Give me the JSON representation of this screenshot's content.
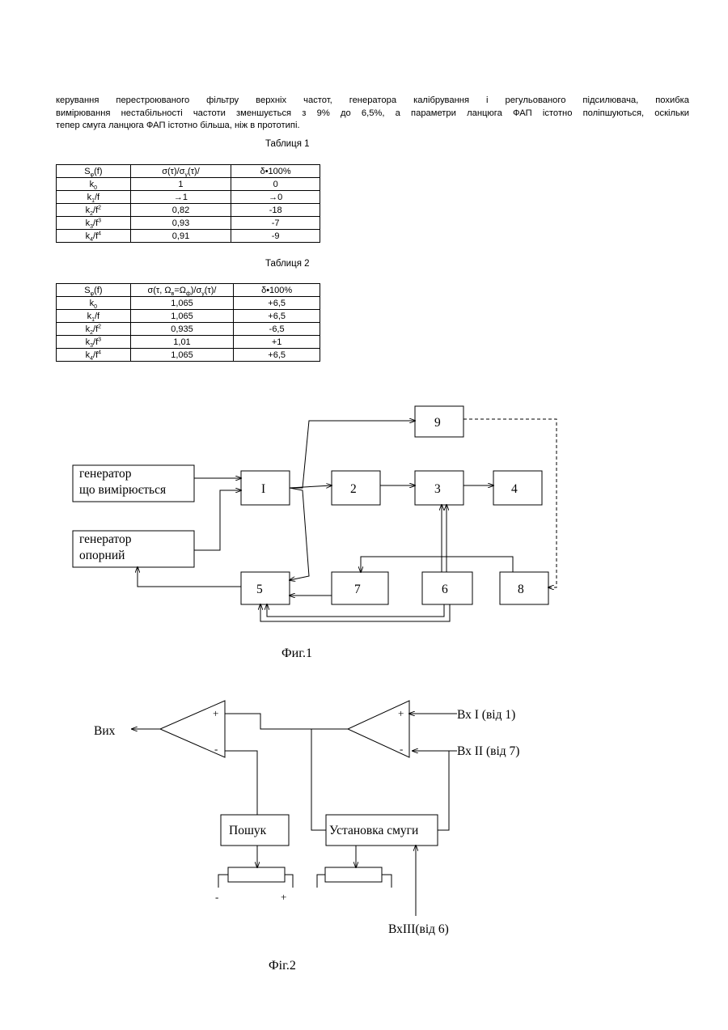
{
  "paragraph": [
    "керування перестроюваного фільтру верхніх частот, генератора калібрування і регульованого підсилювача, похибка",
    "вимірювання нестабільності частоти зменшується з 9% до 6,5%, а параметри ланцюга ФАП істотно поліпшуються, оскільки",
    "тепер смуга ланцюга ФАП істотно більша, ніж в прототипі."
  ],
  "table1": {
    "caption": "Таблиця 1",
    "headers": [
      "Sφ(f)",
      "σ(τ)/σy(τ)/",
      "δ•100%"
    ],
    "rows": [
      [
        "k0",
        "1",
        "0"
      ],
      [
        "k1/f",
        "→1",
        "→0"
      ],
      [
        "k2/f2",
        "0,82",
        "-18"
      ],
      [
        "k3/f3",
        "0,93",
        "-7"
      ],
      [
        "k4/f4",
        "0,91",
        "-9"
      ]
    ]
  },
  "table2": {
    "caption": "Таблиця 2",
    "headers": [
      "Sφ(f)",
      "σ(τ, Ωв=Ωф)/σy(τ)/",
      "δ•100%"
    ],
    "rows": [
      [
        "k0",
        "1,065",
        "+6,5"
      ],
      [
        "k1/f",
        "1,065",
        "+6,5"
      ],
      [
        "k2/f2",
        "0,935",
        "-6,5"
      ],
      [
        "k3/f3",
        "1,01",
        "+1"
      ],
      [
        "k4/f4",
        "1,065",
        "+6,5"
      ]
    ]
  },
  "fig1": {
    "caption": "Фиг.1",
    "gen_measured_line1": "генератор",
    "gen_measured_line2": "що вимірюється",
    "gen_reference_line1": "генератор",
    "gen_reference_line2": "опорний",
    "block1": "I",
    "block2": "2",
    "block3": "3",
    "block4": "4",
    "block5": "5",
    "block6": "6",
    "block7": "7",
    "block8": "8",
    "block9": "9"
  },
  "fig2": {
    "caption": "Фіг.2",
    "output": "Вих",
    "input1": "Вх I (від 1)",
    "input2": "Вх II (від 7)",
    "input3": "ВхIII(від 6)",
    "search_block": "Пошук",
    "band_block": "Установка смуги",
    "plus_sign": "+",
    "minus_sign": "-"
  }
}
